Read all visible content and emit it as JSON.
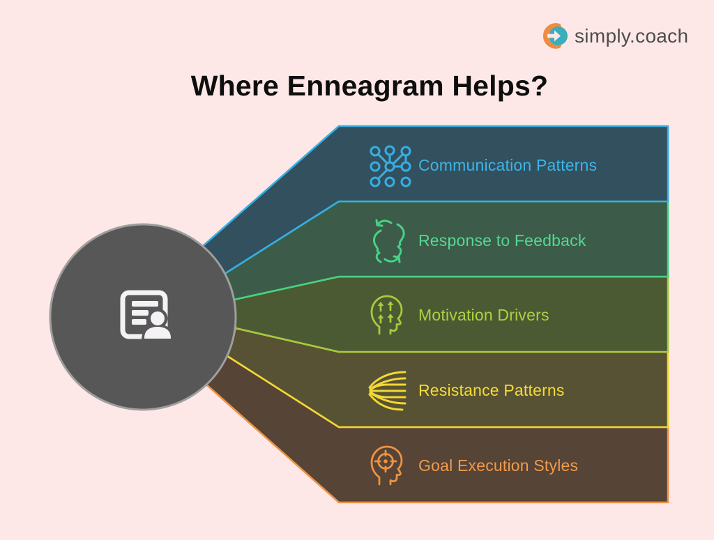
{
  "page": {
    "background_color": "#fde8e7",
    "title": "Where Enneagram Helps?",
    "title_color": "#0e0e0e"
  },
  "logo": {
    "text": "simply.coach",
    "text_color": "#4d4d4d",
    "mark_orange": "#ee8c41",
    "mark_teal": "#3badbb",
    "mark_arrow_color": "#fde8e7"
  },
  "hub": {
    "icon": "document-user-icon",
    "fill": "#575757",
    "border_color": "#9e9e9e",
    "icon_color": "#f4f2f5"
  },
  "banners": [
    {
      "label": "Communication Patterns",
      "icon": "network-nodes-icon",
      "fill": "#32505e",
      "accent": "#35aee3",
      "text_color": "#3db4e8"
    },
    {
      "label": "Response to Feedback",
      "icon": "feedback-exchange-icon",
      "fill": "#3c5c49",
      "accent": "#47d286",
      "text_color": "#55d893"
    },
    {
      "label": "Motivation Drivers",
      "icon": "head-motivation-arrows-icon",
      "fill": "#4c5a33",
      "accent": "#a6cb3e",
      "text_color": "#abd243"
    },
    {
      "label": "Resistance Patterns",
      "icon": "resistance-flow-lines-icon",
      "fill": "#575233",
      "accent": "#f3d832",
      "text_color": "#f5dc3a"
    },
    {
      "label": "Goal Execution Styles",
      "icon": "head-target-icon",
      "fill": "#564436",
      "accent": "#ee9343",
      "text_color": "#f09b4d"
    }
  ]
}
